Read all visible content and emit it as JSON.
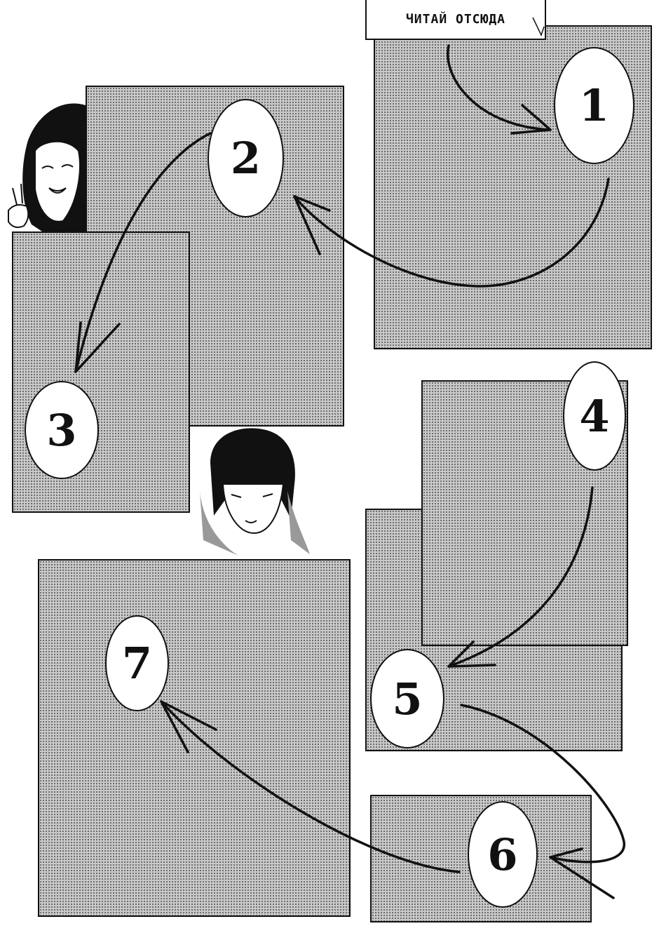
{
  "header": {
    "text": "ЧИТАЙ ОТСЮДА"
  },
  "steps": [
    {
      "label": "1"
    },
    {
      "label": "2"
    },
    {
      "label": "3"
    },
    {
      "label": "4"
    },
    {
      "label": "5"
    },
    {
      "label": "6"
    },
    {
      "label": "7"
    }
  ],
  "characters": [
    {
      "name": "girl-with-peace-sign"
    },
    {
      "name": "boy-face"
    }
  ]
}
